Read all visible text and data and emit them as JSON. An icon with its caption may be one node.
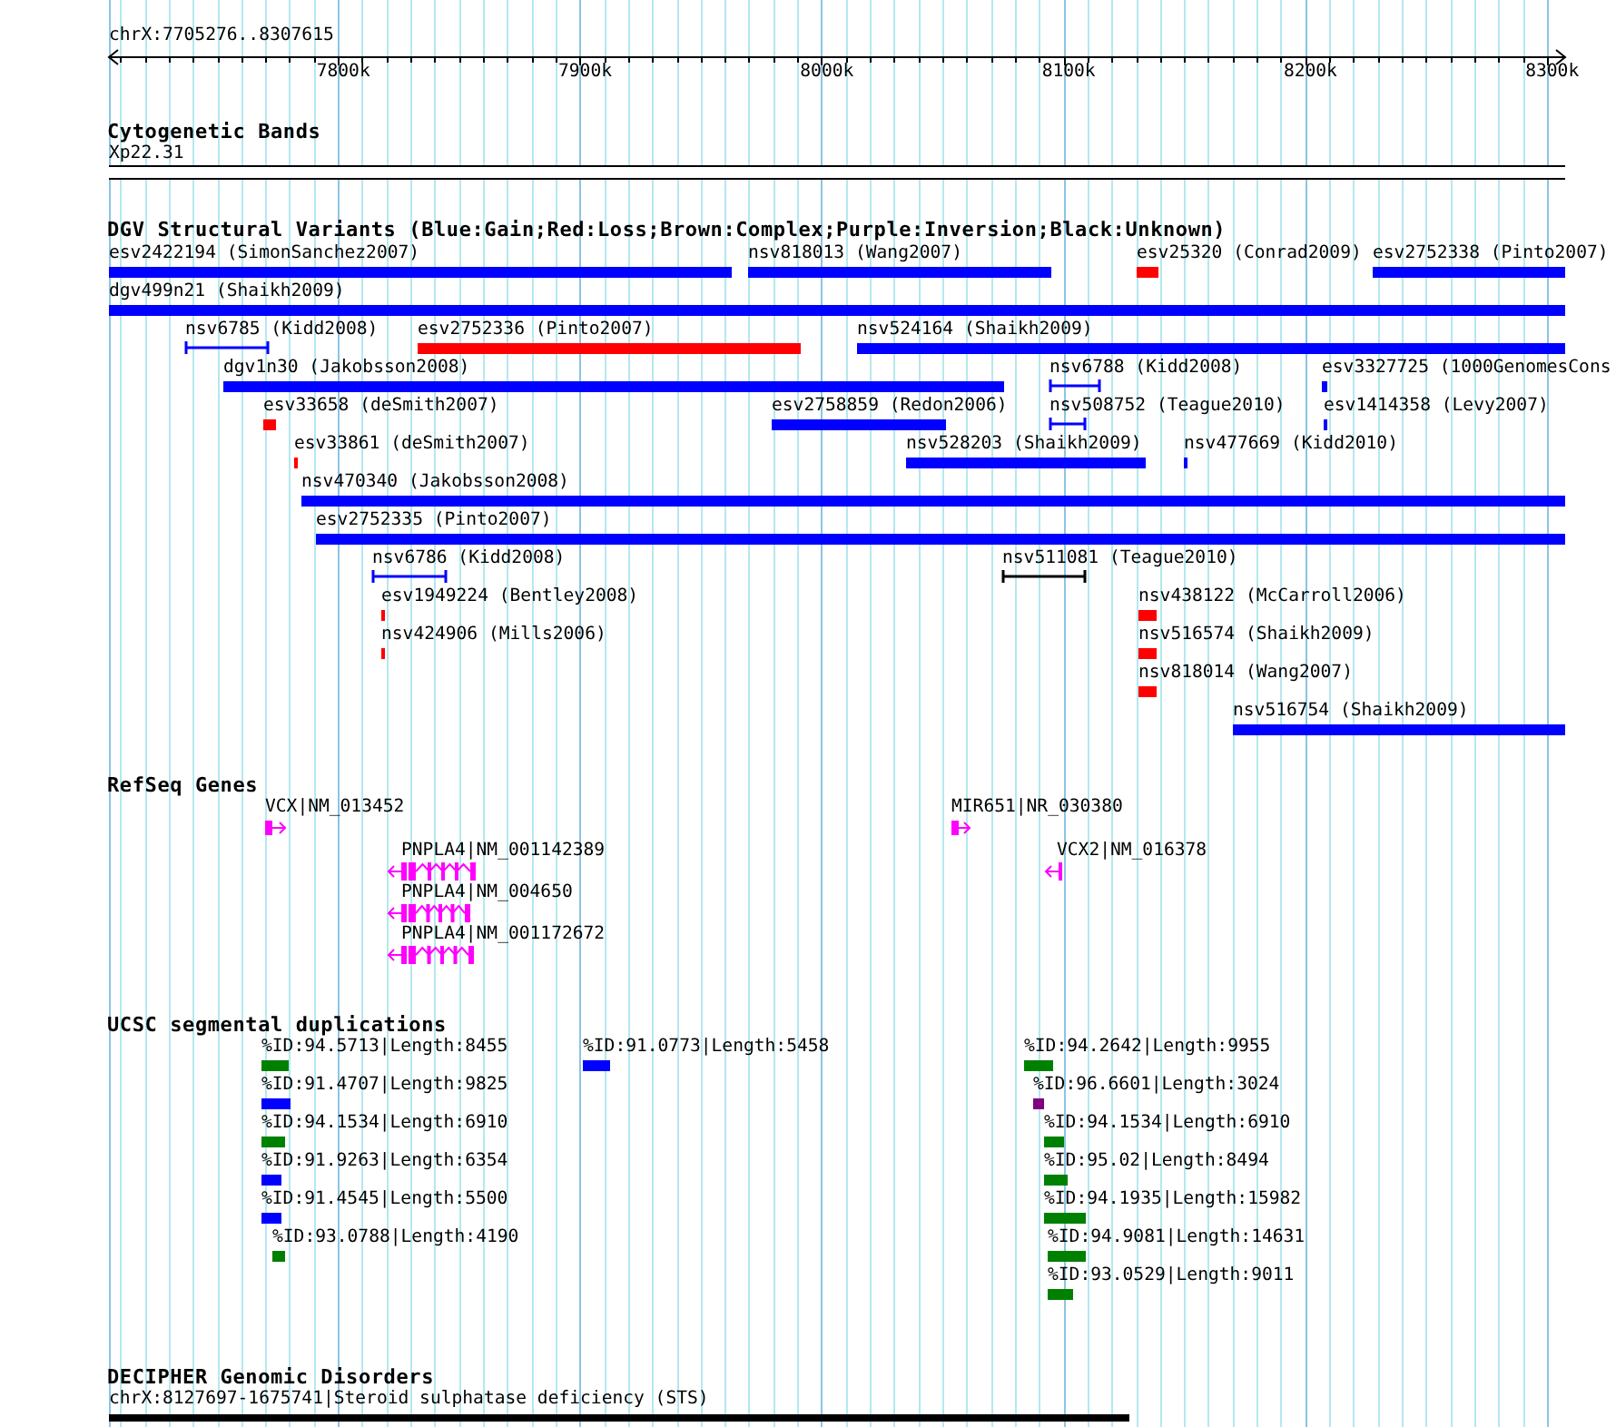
{
  "diagram": {
    "nodes": [
      {
        "text": [],
        "shape": "band",
        "beside": [
          "Xp22.31"
        ]
      },
      {
        "text": [],
        "shape": "bar",
        "beside": [
          "esv2422194 (SimonSanchez2007)"
        ]
      },
      {
        "text": [],
        "shape": "bar",
        "beside": [
          "nsv818013 (Wang2007)"
        ]
      },
      {
        "text": [],
        "shape": "bar",
        "beside": [
          "esv25320 (Conrad2009)"
        ]
      },
      {
        "text": [],
        "shape": "bar",
        "beside": [
          "esv2752338 (Pinto2007)"
        ]
      },
      {
        "text": [],
        "shape": "bar",
        "beside": [
          "dgv499n21 (Shaikh2009)"
        ]
      },
      {
        "text": [],
        "shape": "interval",
        "beside": [
          "nsv6785 (Kidd2008)"
        ]
      },
      {
        "text": [],
        "shape": "bar",
        "beside": [
          "esv2752336 (Pinto2007)"
        ]
      },
      {
        "text": [],
        "shape": "bar",
        "beside": [
          "nsv524164 (Shaikh2009)"
        ]
      },
      {
        "text": [],
        "shape": "bar",
        "beside": [
          "dgv1n30 (Jakobsson2008)"
        ]
      },
      {
        "text": [],
        "shape": "interval",
        "beside": [
          "nsv6788 (Kidd2008)"
        ]
      },
      {
        "text": [],
        "shape": "bar",
        "beside": [
          "esv3327725 (1000GenomesCons"
        ]
      },
      {
        "text": [],
        "shape": "bar",
        "beside": [
          "esv33658 (deSmith2007)"
        ]
      },
      {
        "text": [],
        "shape": "bar",
        "beside": [
          "esv2758859 (Redon2006)"
        ]
      },
      {
        "text": [],
        "shape": "interval",
        "beside": [
          "nsv508752 (Teague2010)"
        ]
      },
      {
        "text": [],
        "shape": "bar",
        "beside": [
          "esv1414358 (Levy2007)"
        ]
      },
      {
        "text": [],
        "shape": "bar",
        "beside": [
          "esv33861 (deSmith2007)"
        ]
      },
      {
        "text": [],
        "shape": "bar",
        "beside": [
          "nsv528203 (Shaikh2009)"
        ]
      },
      {
        "text": [],
        "shape": "bar",
        "beside": [
          "nsv477669 (Kidd2010)"
        ]
      },
      {
        "text": [],
        "shape": "bar",
        "beside": [
          "nsv470340 (Jakobsson2008)"
        ]
      },
      {
        "text": [],
        "shape": "bar",
        "beside": [
          "esv2752335 (Pinto2007)"
        ]
      },
      {
        "text": [],
        "shape": "interval",
        "beside": [
          "nsv6786 (Kidd2008)"
        ]
      },
      {
        "text": [],
        "shape": "interval",
        "beside": [
          "nsv511081 (Teague2010)"
        ]
      },
      {
        "text": [],
        "shape": "bar",
        "beside": [
          "esv1949224 (Bentley2008)"
        ]
      },
      {
        "text": [],
        "shape": "bar",
        "beside": [
          "nsv438122 (McCarroll2006)"
        ]
      },
      {
        "text": [],
        "shape": "bar",
        "beside": [
          "nsv424906 (Mills2006)"
        ]
      },
      {
        "text": [],
        "shape": "bar",
        "beside": [
          "nsv516574 (Shaikh2009)"
        ]
      },
      {
        "text": [],
        "shape": "bar",
        "beside": [
          "nsv818014 (Wang2007)"
        ]
      },
      {
        "text": [],
        "shape": "bar",
        "beside": [
          "nsv516754 (Shaikh2009)"
        ]
      },
      {
        "text": [],
        "shape": "gene",
        "beside": [
          "VCX|NM_013452"
        ]
      },
      {
        "text": [],
        "shape": "gene",
        "beside": [
          "MIR651|NR_030380"
        ]
      },
      {
        "text": [],
        "shape": "gene",
        "beside": [
          "PNPLA4|NM_001142389"
        ]
      },
      {
        "text": [],
        "shape": "gene",
        "beside": [
          "VCX2|NM_016378"
        ]
      },
      {
        "text": [],
        "shape": "gene",
        "beside": [
          "PNPLA4|NM_004650"
        ]
      },
      {
        "text": [],
        "shape": "gene",
        "beside": [
          "PNPLA4|NM_001172672"
        ]
      },
      {
        "text": [],
        "shape": "bar",
        "beside": [
          "%ID:94.5713|Length:8455"
        ]
      },
      {
        "text": [],
        "shape": "bar",
        "beside": [
          "%ID:91.0773|Length:5458"
        ]
      },
      {
        "text": [],
        "shape": "bar",
        "beside": [
          "%ID:94.2642|Length:9955"
        ]
      },
      {
        "text": [],
        "shape": "bar",
        "beside": [
          "%ID:91.4707|Length:9825"
        ]
      },
      {
        "text": [],
        "shape": "bar",
        "beside": [
          "%ID:96.6601|Length:3024"
        ]
      },
      {
        "text": [],
        "shape": "bar",
        "beside": [
          "%ID:94.1534|Length:6910"
        ]
      },
      {
        "text": [],
        "shape": "bar",
        "beside": [
          "%ID:94.1534|Length:6910"
        ]
      },
      {
        "text": [],
        "shape": "bar",
        "beside": [
          "%ID:91.9263|Length:6354"
        ]
      },
      {
        "text": [],
        "shape": "bar",
        "beside": [
          "%ID:95.02|Length:8494"
        ]
      },
      {
        "text": [],
        "shape": "bar",
        "beside": [
          "%ID:91.4545|Length:5500"
        ]
      },
      {
        "text": [],
        "shape": "bar",
        "beside": [
          "%ID:94.1935|Length:15982"
        ]
      },
      {
        "text": [],
        "shape": "bar",
        "beside": [
          "%ID:93.0788|Length:4190"
        ]
      },
      {
        "text": [],
        "shape": "bar",
        "beside": [
          "%ID:94.9081|Length:14631"
        ]
      },
      {
        "text": [],
        "shape": "bar",
        "beside": [
          "%ID:93.0529|Length:9011"
        ]
      },
      {
        "text": [],
        "shape": "bar",
        "beside": [
          "chrX:8127697-1675741|Steroid sulphatase deficiency (STS)"
        ]
      }
    ],
    "labels": [
      "chrX:7705276..8307615",
      "7800k",
      "7900k",
      "8000k",
      "8100k",
      "8200k",
      "8300k",
      "Cytogenetic Bands",
      "DGV Structural Variants (Blue:Gain;Red:Loss;Brown:Complex;Purple:Inversion;Black:Unknown)",
      "RefSeq Genes",
      "UCSC segmental duplications",
      "DECIPHER Genomic Disorders"
    ]
  }
}
